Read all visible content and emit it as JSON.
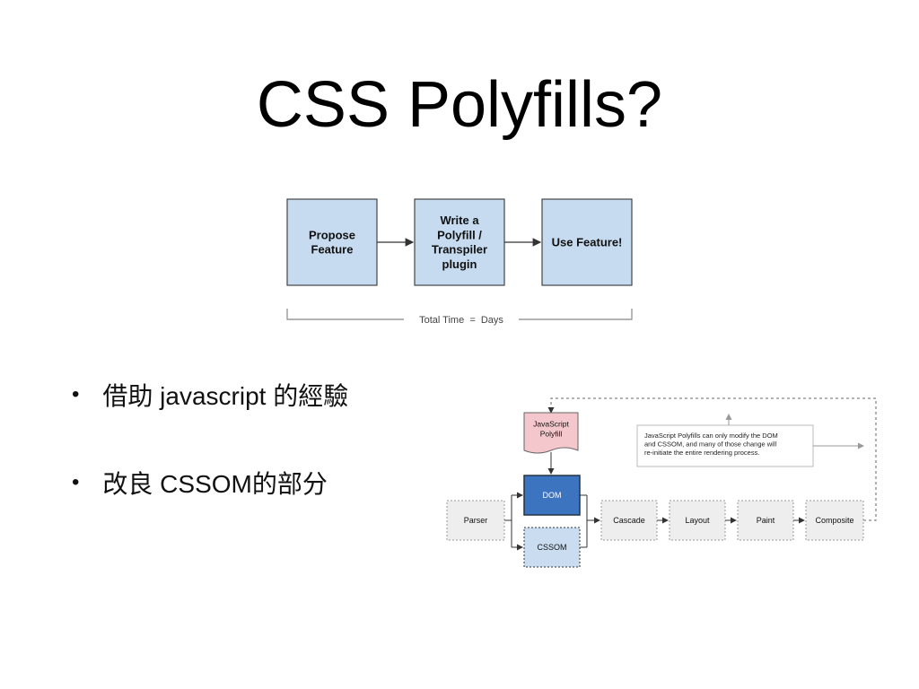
{
  "slide": {
    "title": "CSS Polyfills?",
    "bullets": [
      "借助 javascript 的經驗",
      "改良 CSSOM的部分"
    ]
  },
  "top_diagram": {
    "boxes": [
      "Propose\nFeature",
      "Write a\nPolyfill /\nTranspiler\nplugin",
      "Use Feature!"
    ],
    "timeline_label": "Total Time  =  Days",
    "box_fill": "#c6dbf0",
    "box_stroke": "#444444"
  },
  "bottom_diagram": {
    "parser": "Parser",
    "dom": "DOM",
    "cssom": "CSSOM",
    "cascade": "Cascade",
    "layout": "Layout",
    "paint": "Paint",
    "composite": "Composite",
    "js_polyfill": "JavaScript\nPolyfill",
    "note": "JavaScript Polyfills can only modify the DOM\nand CSSOM, and many of those change will\nre-initiate the entire rendering process.",
    "colors": {
      "dom_fill": "#3d74c0",
      "cssom_fill": "#c9dcf0",
      "grey_fill": "#eeeeee",
      "js_fill": "#f4c7cc"
    }
  }
}
